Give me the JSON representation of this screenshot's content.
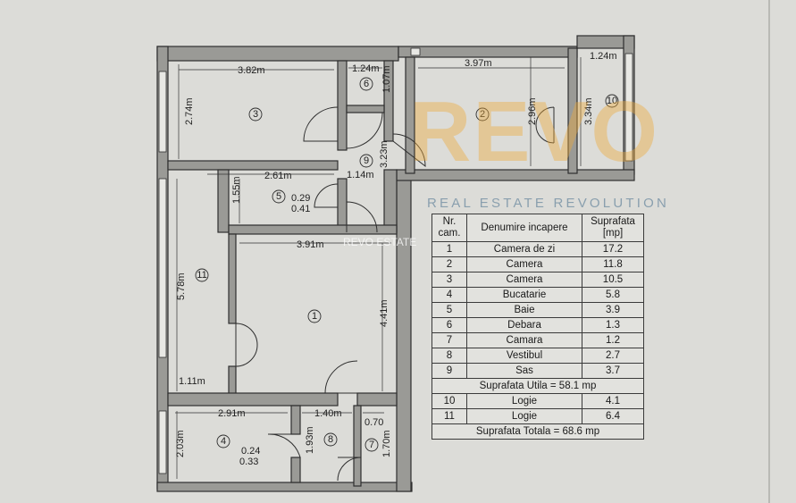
{
  "watermark": {
    "logo": "REVO",
    "tagline": "REAL ESTATE REVOLUTION",
    "small": "REVO ESTATE"
  },
  "rooms_table": {
    "headers": {
      "nr": "Nr. cam.",
      "name": "Denumire incapere",
      "area": "Suprafata [mp]"
    },
    "rows": [
      {
        "nr": "1",
        "name": "Camera de zi",
        "area": "17.2"
      },
      {
        "nr": "2",
        "name": "Camera",
        "area": "11.8"
      },
      {
        "nr": "3",
        "name": "Camera",
        "area": "10.5"
      },
      {
        "nr": "4",
        "name": "Bucatarie",
        "area": "5.8"
      },
      {
        "nr": "5",
        "name": "Baie",
        "area": "3.9"
      },
      {
        "nr": "6",
        "name": "Debara",
        "area": "1.3"
      },
      {
        "nr": "7",
        "name": "Camara",
        "area": "1.2"
      },
      {
        "nr": "8",
        "name": "Vestibul",
        "area": "2.7"
      },
      {
        "nr": "9",
        "name": "Sas",
        "area": "3.7"
      }
    ],
    "useful_area": "Suprafata Utila = 58.1 mp",
    "loggias": [
      {
        "nr": "10",
        "name": "Logie",
        "area": "4.1"
      },
      {
        "nr": "11",
        "name": "Logie",
        "area": "6.4"
      }
    ],
    "total_area": "Suprafata Totala = 68.6 mp"
  },
  "plan": {
    "room_numbers": [
      "1",
      "2",
      "3",
      "4",
      "5",
      "6",
      "7",
      "8",
      "9",
      "10",
      "11"
    ],
    "dimensions": {
      "r3_width": "3.82m",
      "r3_height": "2.74m",
      "r6_width": "1.24m",
      "r6_height": "1.07m",
      "r2_width": "3.97m",
      "r2_height": "2.96m",
      "r10_width": "1.24m",
      "r10_height": "3.34m",
      "r9_height": "3.23m",
      "r9_width": "1.14m",
      "r5_width": "2.61m",
      "r5_height": "1.55m",
      "r5_sub1": "0.29",
      "r5_sub2": "0.41",
      "r1_width": "3.91m",
      "r1_height": "4.41m",
      "r11_height": "5.78m",
      "r11_width": "1.11m",
      "r4_width": "2.91m",
      "r4_height": "2.03m",
      "r4_sub1": "0.24",
      "r4_sub2": "0.33",
      "r8_width": "1.40m",
      "r8_height": "1.93m",
      "r7_width": "0.70",
      "r7_height": "1.70m"
    }
  }
}
